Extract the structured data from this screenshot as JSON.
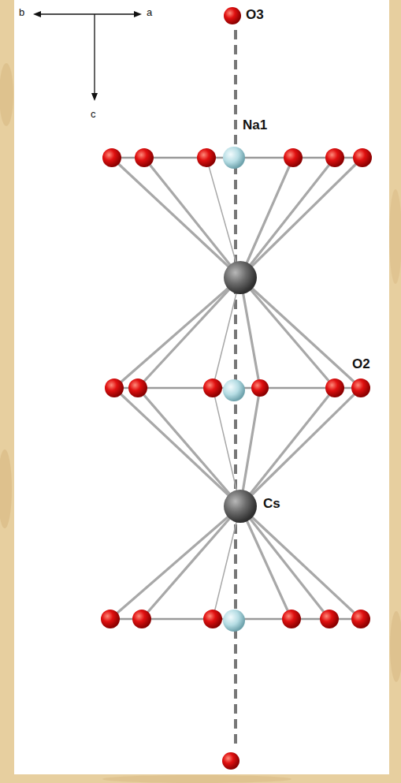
{
  "diagram": {
    "labels": [
      "b",
      "a",
      "c",
      "O3",
      "Na1",
      "O2",
      "Cs"
    ]
  }
}
